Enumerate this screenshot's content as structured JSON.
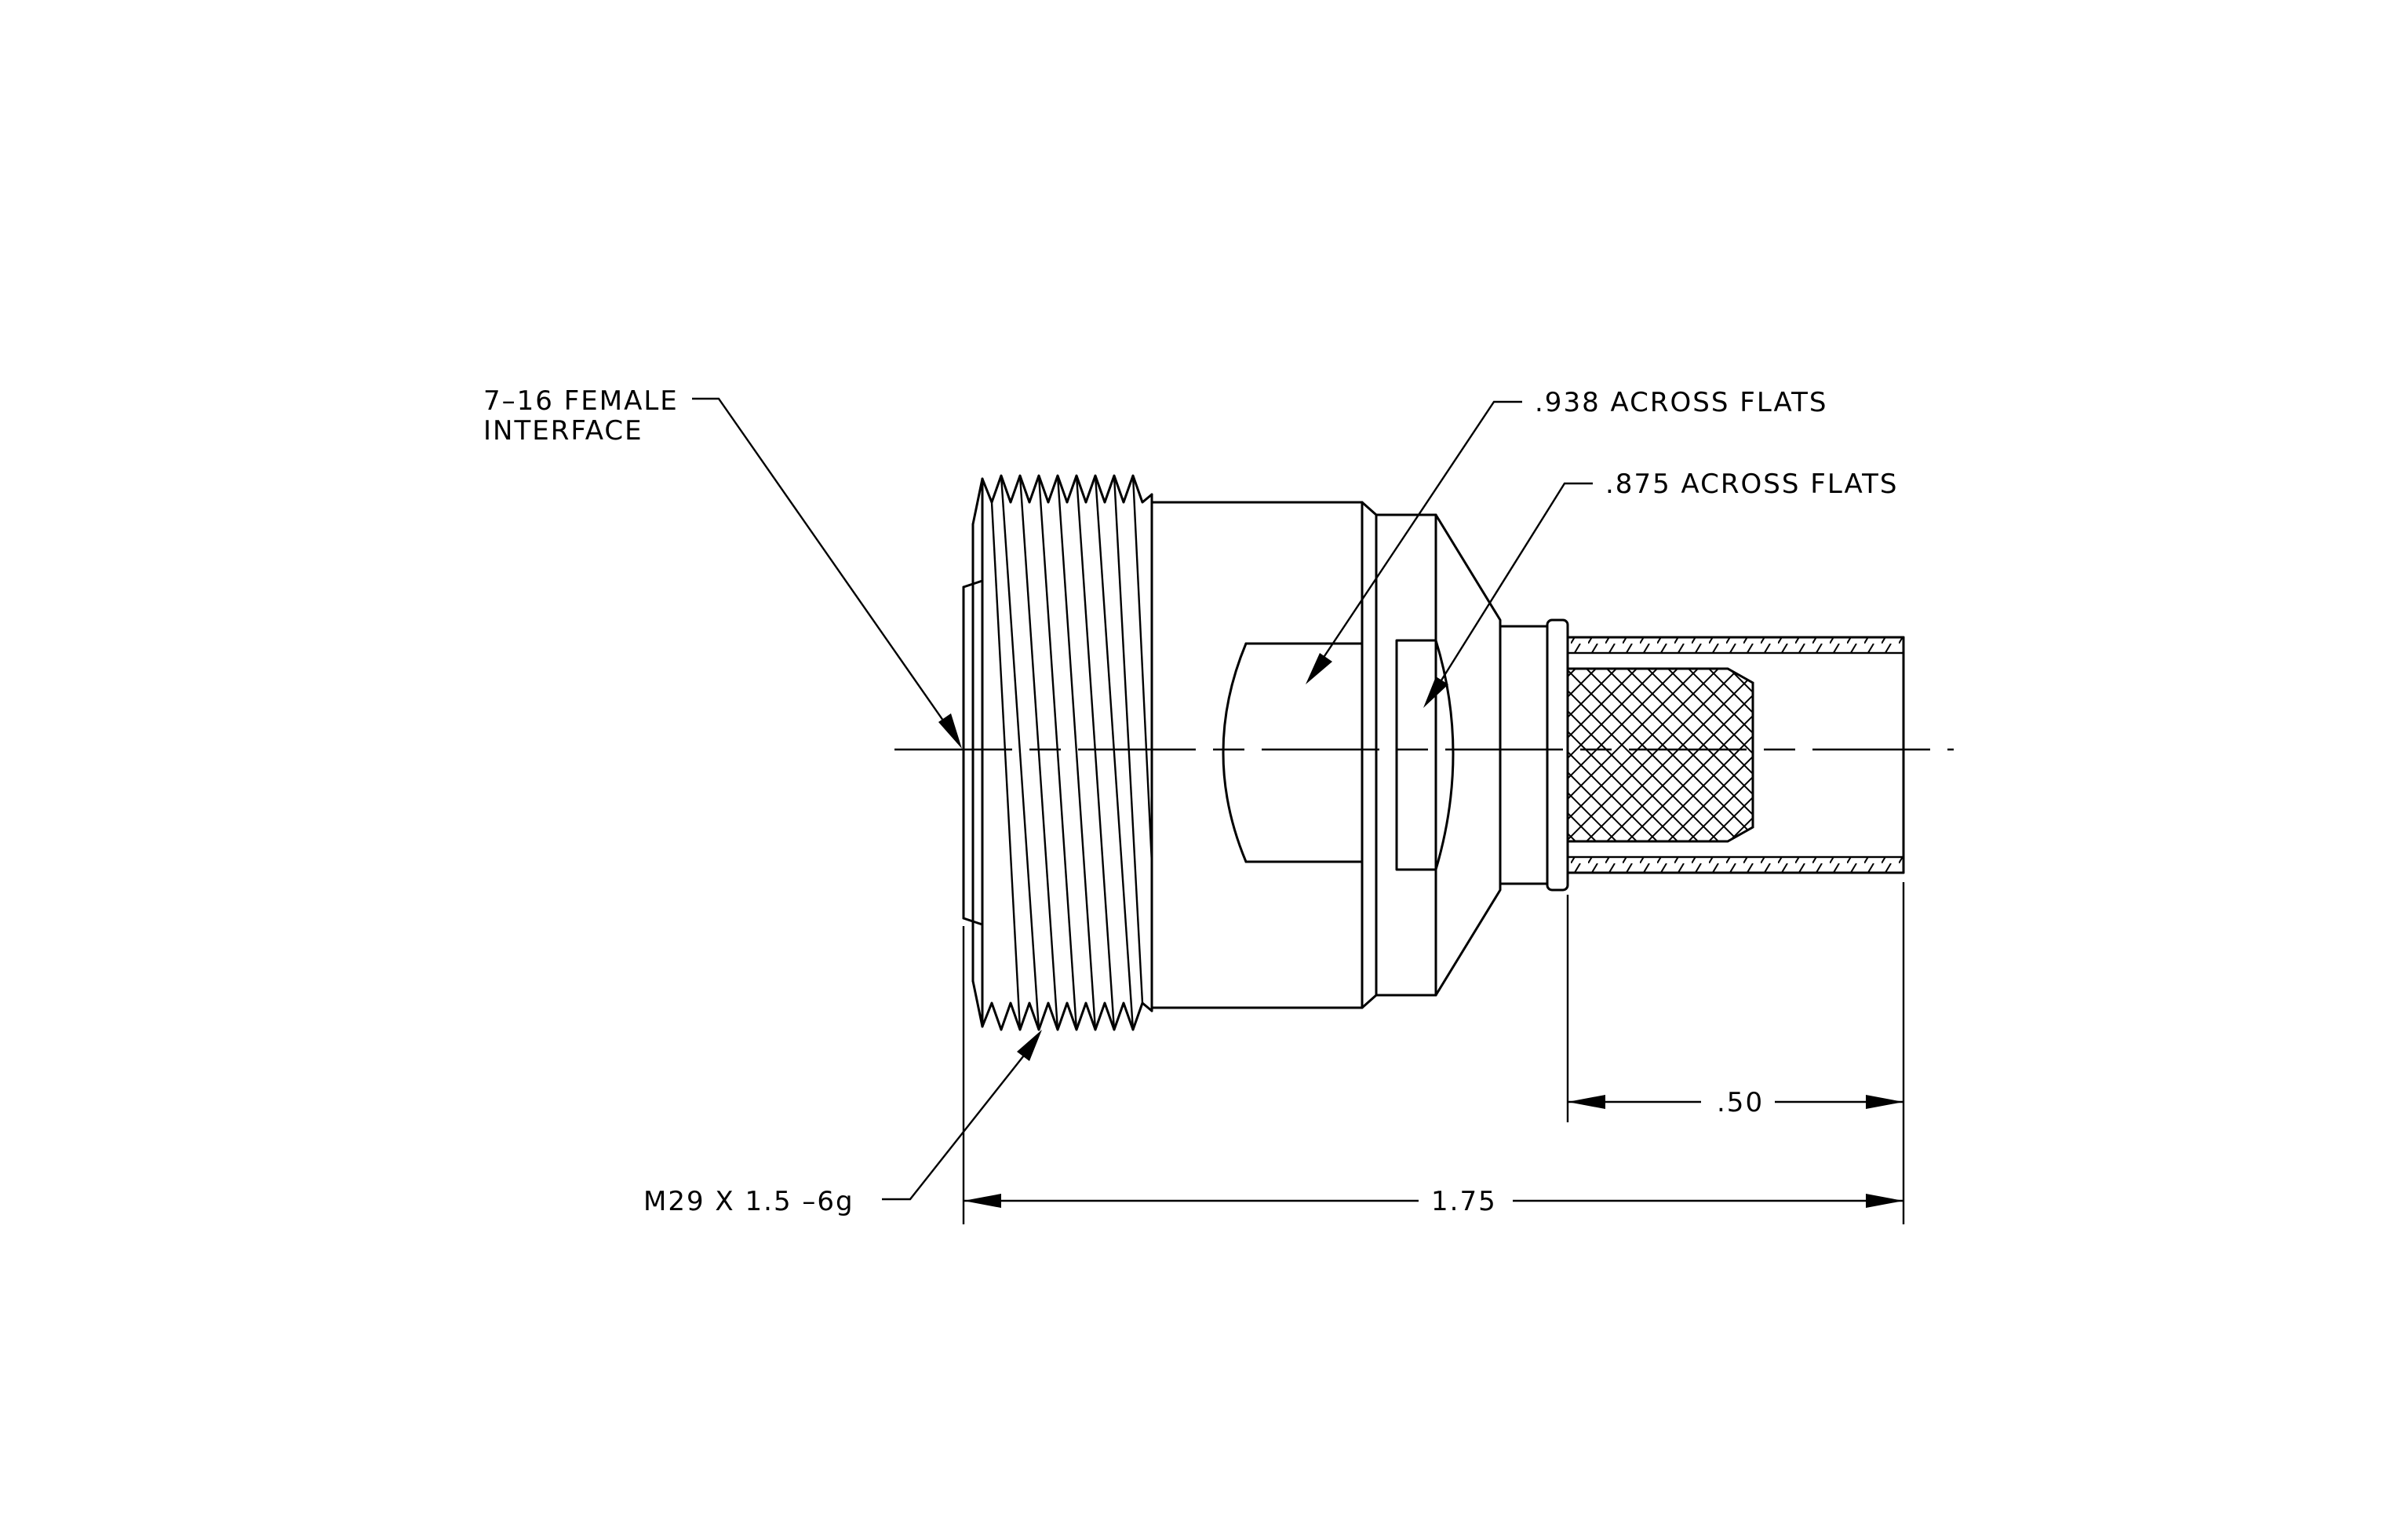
{
  "labels": {
    "interface_line1": "7–16 FEMALE",
    "interface_line2": "INTERFACE",
    "flats_938": ".938 ACROSS FLATS",
    "flats_875": ".875 ACROSS FLATS",
    "thread": "M29 X 1.5 –6g",
    "dim_050": ".50",
    "dim_175": "1.75"
  },
  "colors": {
    "line": "#000000",
    "background": "#ffffff"
  }
}
